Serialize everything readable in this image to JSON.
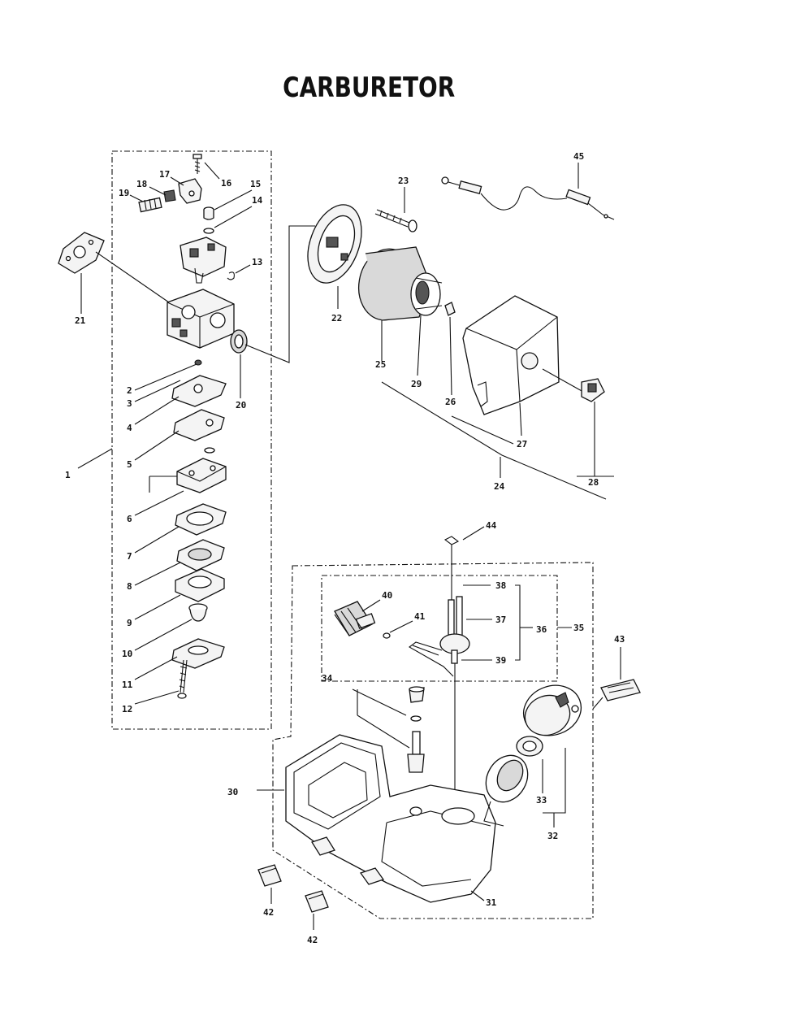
{
  "title": "CARBURETOR",
  "callouts": {
    "c1": "1",
    "c2": "2",
    "c3": "3",
    "c4": "4",
    "c5": "5",
    "c6": "6",
    "c7": "7",
    "c8": "8",
    "c9": "9",
    "c10": "10",
    "c11": "11",
    "c12": "12",
    "c13": "13",
    "c14": "14",
    "c15": "15",
    "c16": "16",
    "c17": "17",
    "c18": "18",
    "c19": "19",
    "c20": "20",
    "c21": "21",
    "c22": "22",
    "c23": "23",
    "c24": "24",
    "c25": "25",
    "c26": "26",
    "c27": "27",
    "c28": "28",
    "c29": "29",
    "c30": "30",
    "c31": "31",
    "c32": "32",
    "c33": "33",
    "c34": "34",
    "c35": "35",
    "c36": "36",
    "c37": "37",
    "c38": "38",
    "c39": "39",
    "c40": "40",
    "c41": "41",
    "c42a": "42",
    "c42b": "42",
    "c43": "43",
    "c44": "44",
    "c45": "45"
  }
}
